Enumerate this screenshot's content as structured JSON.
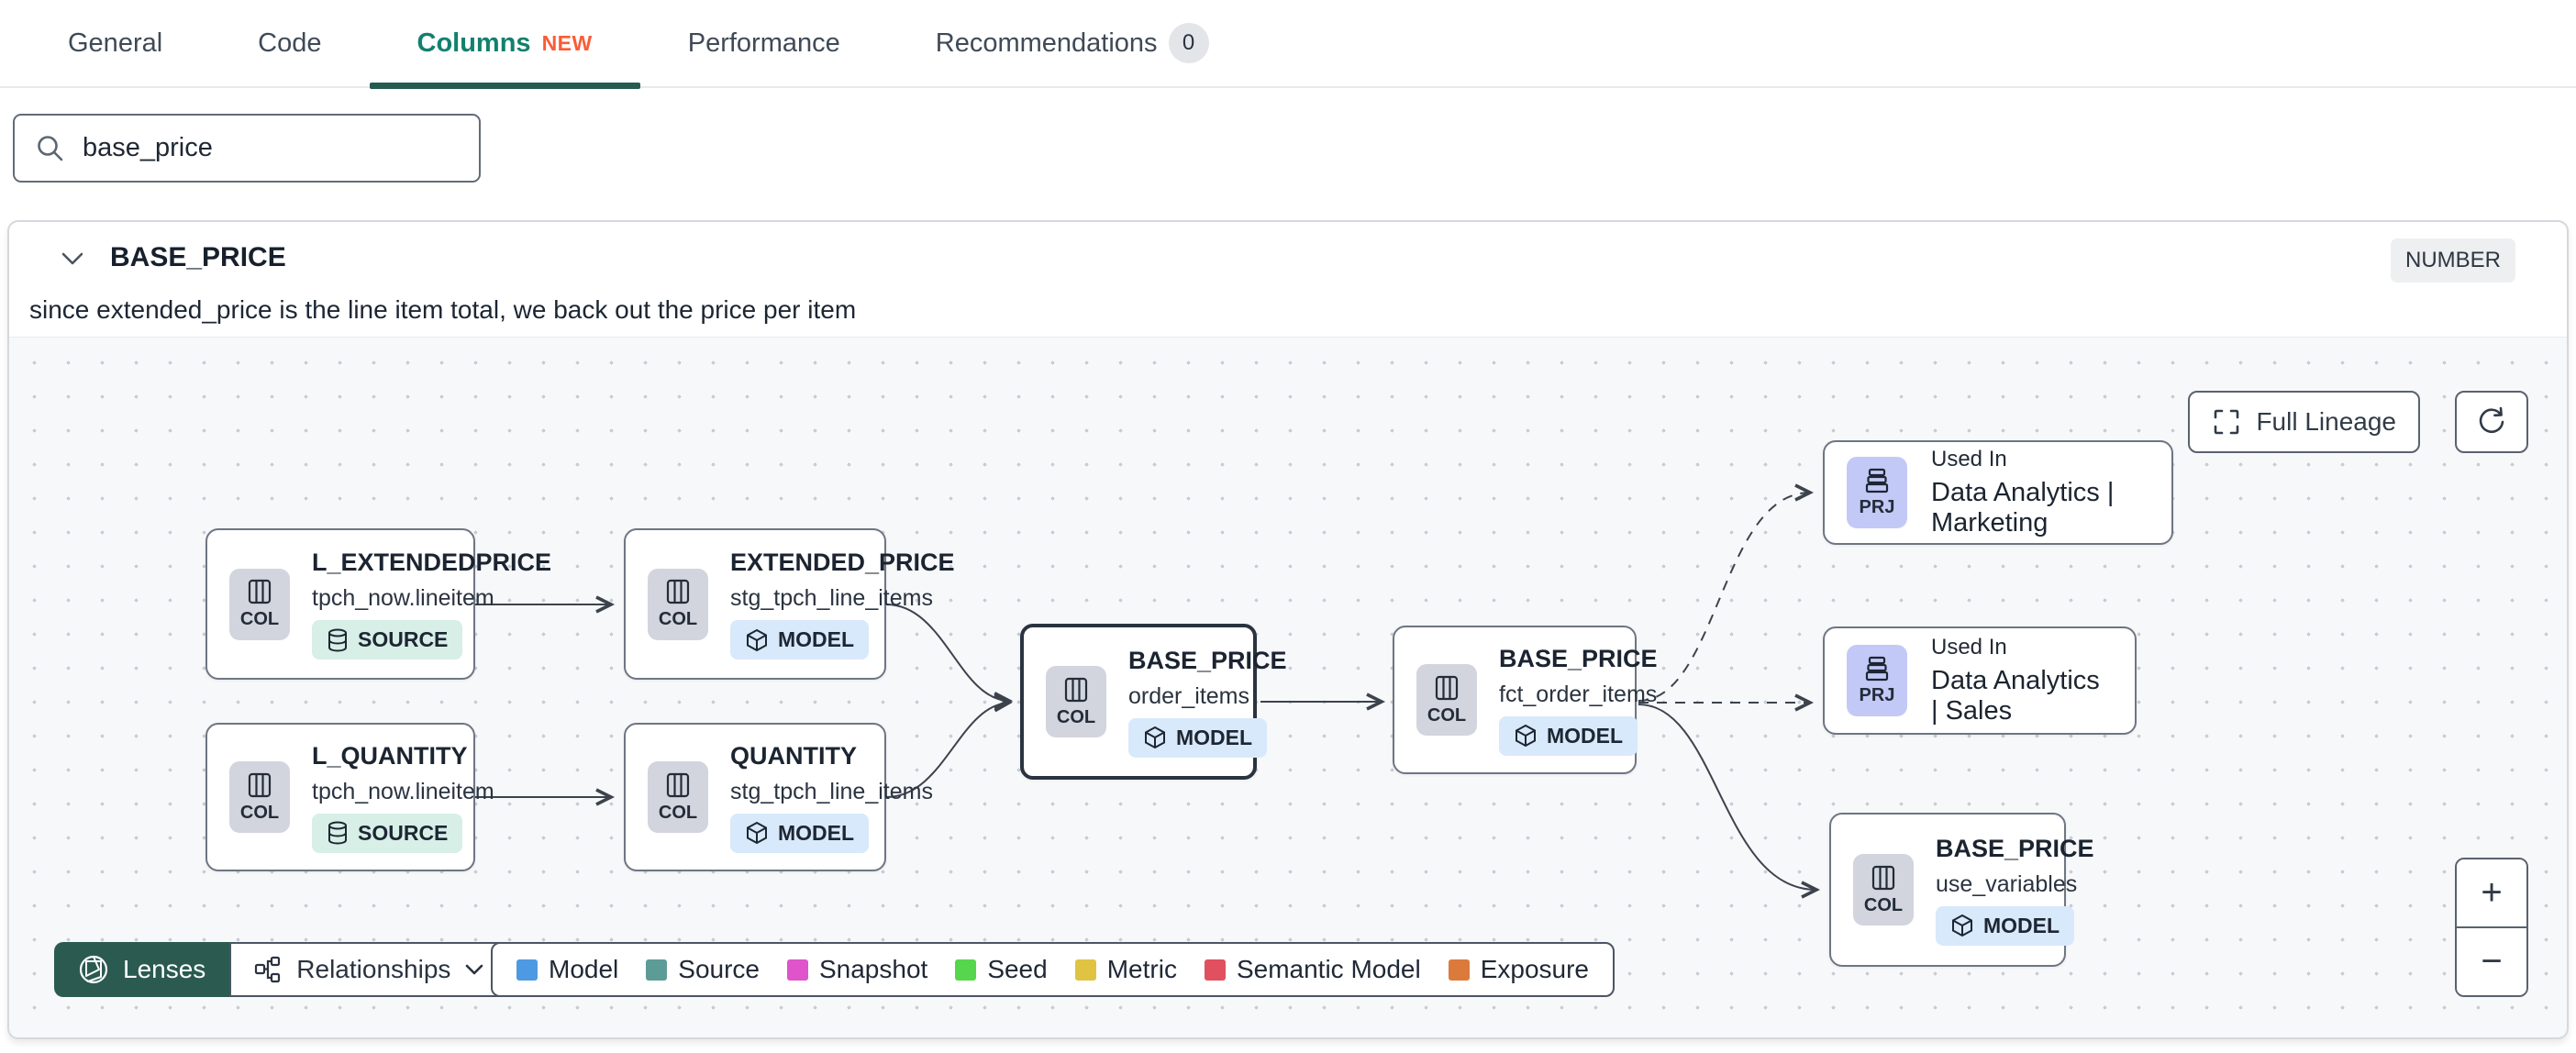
{
  "tabs": {
    "general": "General",
    "code": "Code",
    "columns": "Columns",
    "columns_badge": "NEW",
    "performance": "Performance",
    "recommendations": "Recommendations",
    "recommendations_count": "0"
  },
  "search": {
    "value": "base_price"
  },
  "column": {
    "name": "BASE_PRICE",
    "type": "NUMBER",
    "description": "since extended_price is the line item total, we back out the price per item"
  },
  "lineage": {
    "full_lineage_label": "Full Lineage",
    "zoom_in_label": "+",
    "zoom_out_label": "−",
    "lenses_label": "Lenses",
    "relationships_label": "Relationships",
    "legend": [
      {
        "label": "Model",
        "color": "#4e9ae2"
      },
      {
        "label": "Source",
        "color": "#5d9c96"
      },
      {
        "label": "Snapshot",
        "color": "#df53cb"
      },
      {
        "label": "Seed",
        "color": "#55d64d"
      },
      {
        "label": "Metric",
        "color": "#e0c342"
      },
      {
        "label": "Semantic Model",
        "color": "#e0505e"
      },
      {
        "label": "Exposure",
        "color": "#dc7a3c"
      }
    ],
    "nodes": [
      {
        "chip": "COL",
        "title": "L_EXTENDEDPRICE",
        "subtitle": "tpch_now.lineitem",
        "badge": "SOURCE"
      },
      {
        "chip": "COL",
        "title": "EXTENDED_PRICE",
        "subtitle": "stg_tpch_line_items",
        "badge": "MODEL"
      },
      {
        "chip": "COL",
        "title": "L_QUANTITY",
        "subtitle": "tpch_now.lineitem",
        "badge": "SOURCE"
      },
      {
        "chip": "COL",
        "title": "QUANTITY",
        "subtitle": "stg_tpch_line_items",
        "badge": "MODEL"
      },
      {
        "chip": "COL",
        "title": "BASE_PRICE",
        "subtitle": "order_items",
        "badge": "MODEL"
      },
      {
        "chip": "COL",
        "title": "BASE_PRICE",
        "subtitle": "fct_order_items",
        "badge": "MODEL"
      },
      {
        "chip": "PRJ",
        "eyebrow": "Used In",
        "title": "Data Analytics | Marketing"
      },
      {
        "chip": "PRJ",
        "eyebrow": "Used In",
        "title": "Data Analytics | Sales"
      },
      {
        "chip": "COL",
        "title": "BASE_PRICE",
        "subtitle": "use_variables",
        "badge": "MODEL"
      }
    ]
  }
}
